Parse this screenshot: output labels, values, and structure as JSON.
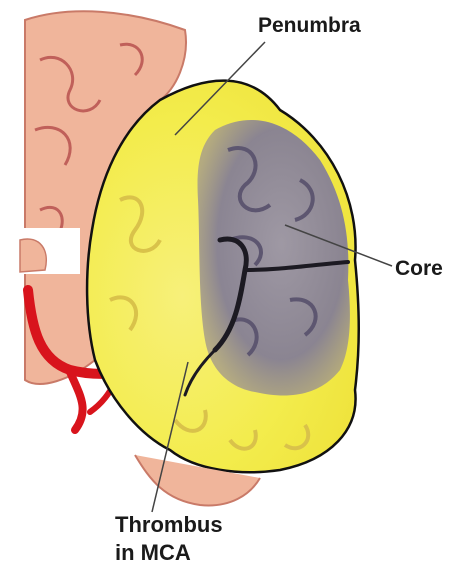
{
  "labels": {
    "penumbra": "Penumbra",
    "core": "Core",
    "thrombus_line1": "Thrombus",
    "thrombus_line2": "in MCA"
  },
  "colors": {
    "background": "#ffffff",
    "tissue": "#f0b59b",
    "tissue_light": "#f6cdb8",
    "sulci": "#c0605a",
    "penumbra": "#f2ec4a",
    "core": "#8a8499",
    "artery": "#d8141c",
    "outline": "#111111",
    "text": "#1a1a1a"
  }
}
